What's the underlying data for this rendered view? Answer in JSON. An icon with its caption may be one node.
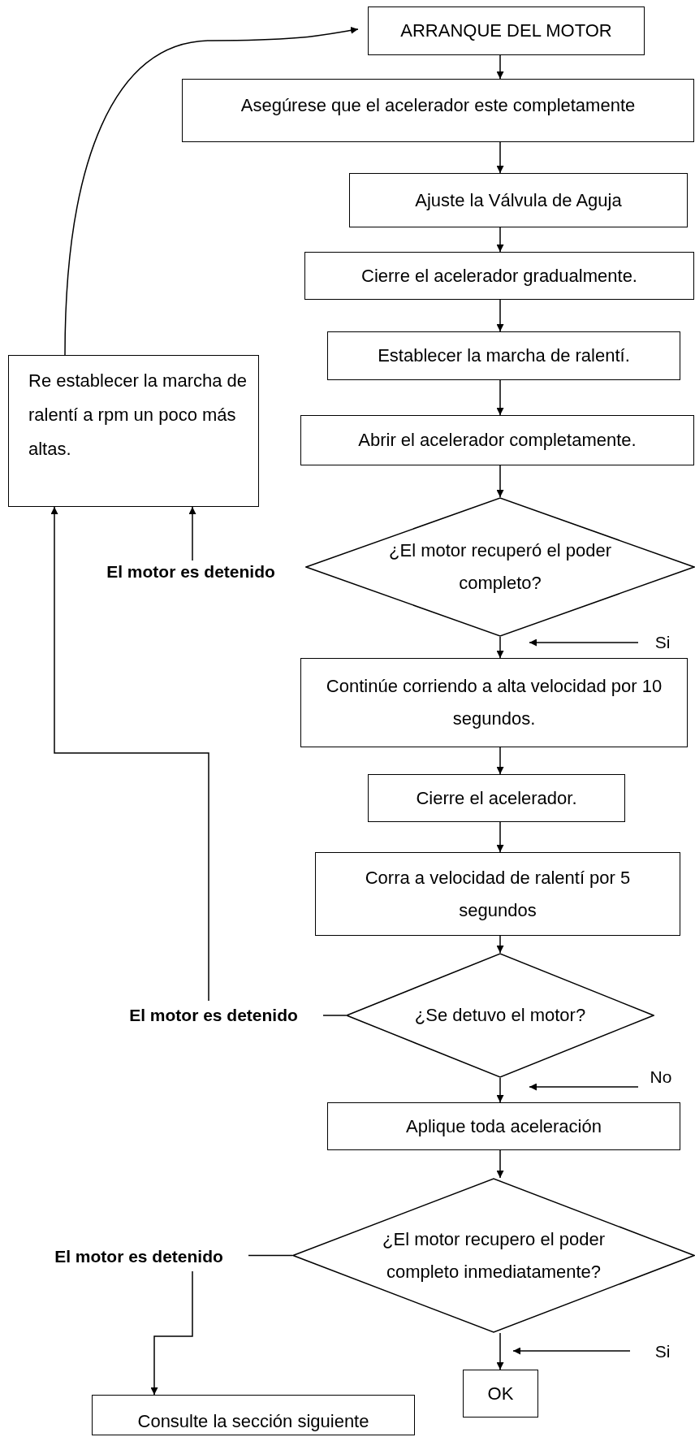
{
  "diagram": {
    "nodes": [
      {
        "text": [
          "ARRANQUE DEL MOTOR"
        ]
      },
      {
        "text": [
          "Asegúrese que el acelerador este completamente"
        ]
      },
      {
        "text": [
          "Ajuste la Válvula de Aguja"
        ]
      },
      {
        "text": [
          "Cierre el acelerador gradualmente."
        ]
      },
      {
        "text": [
          "Establecer la marcha de ralentí."
        ]
      },
      {
        "text": [
          "Abrir el acelerador completamente."
        ]
      },
      {
        "text": [
          "Re establecer la marcha de ralentí a rpm un poco más altas."
        ]
      },
      {
        "text": [
          "¿El motor recuperó el poder completo?"
        ]
      },
      {
        "text": [
          "El motor es detenido"
        ]
      },
      {
        "text": [
          "Si"
        ]
      },
      {
        "text": [
          "Continúe corriendo a alta velocidad por 10 segundos."
        ]
      },
      {
        "text": [
          "Cierre el acelerador."
        ]
      },
      {
        "text": [
          "Corra a velocidad de ralentí por 5 segundos"
        ]
      },
      {
        "text": [
          "¿Se detuvo el motor?"
        ]
      },
      {
        "text": [
          "El motor es detenido"
        ]
      },
      {
        "text": [
          "No"
        ]
      },
      {
        "text": [
          "Aplique toda aceleración"
        ]
      },
      {
        "text": [
          "¿El motor recupero el poder completo inmediatamente?"
        ]
      },
      {
        "text": [
          "El motor es detenido"
        ]
      },
      {
        "text": [
          "Si"
        ]
      },
      {
        "text": [
          "OK"
        ]
      },
      {
        "text": [
          "Consulte la sección siguiente"
        ]
      }
    ],
    "edges": [
      {
        "from": 6,
        "to": 0,
        "arrow": "to"
      },
      {
        "from": 0,
        "to": 1,
        "arrow": "to"
      },
      {
        "from": 1,
        "to": 2,
        "arrow": "to"
      },
      {
        "from": 2,
        "to": 3,
        "arrow": "to"
      },
      {
        "from": 3,
        "to": 4,
        "arrow": "to"
      },
      {
        "from": 4,
        "to": 5,
        "arrow": "to"
      },
      {
        "from": 5,
        "to": 7,
        "arrow": "to"
      },
      {
        "from": 8,
        "to": 6,
        "arrow": "to"
      },
      {
        "from": 9,
        "to": 10,
        "arrow": "to"
      },
      {
        "from": 7,
        "to": 10,
        "arrow": "to"
      },
      {
        "from": 10,
        "to": 11,
        "arrow": "to"
      },
      {
        "from": 11,
        "to": 12,
        "arrow": "to"
      },
      {
        "from": 12,
        "to": 13,
        "arrow": "to"
      },
      {
        "from": 13,
        "to": 14,
        "arrow": "none"
      },
      {
        "from": 14,
        "to": 6,
        "arrow": "to"
      },
      {
        "from": 15,
        "to": 16,
        "arrow": "to"
      },
      {
        "from": 13,
        "to": 16,
        "arrow": "to"
      },
      {
        "from": 16,
        "to": 17,
        "arrow": "to"
      },
      {
        "from": 17,
        "to": 18,
        "arrow": "none"
      },
      {
        "from": 18,
        "to": 21,
        "arrow": "to"
      },
      {
        "from": 19,
        "to": 20,
        "arrow": "to"
      },
      {
        "from": 17,
        "to": 20,
        "arrow": "to"
      }
    ]
  }
}
